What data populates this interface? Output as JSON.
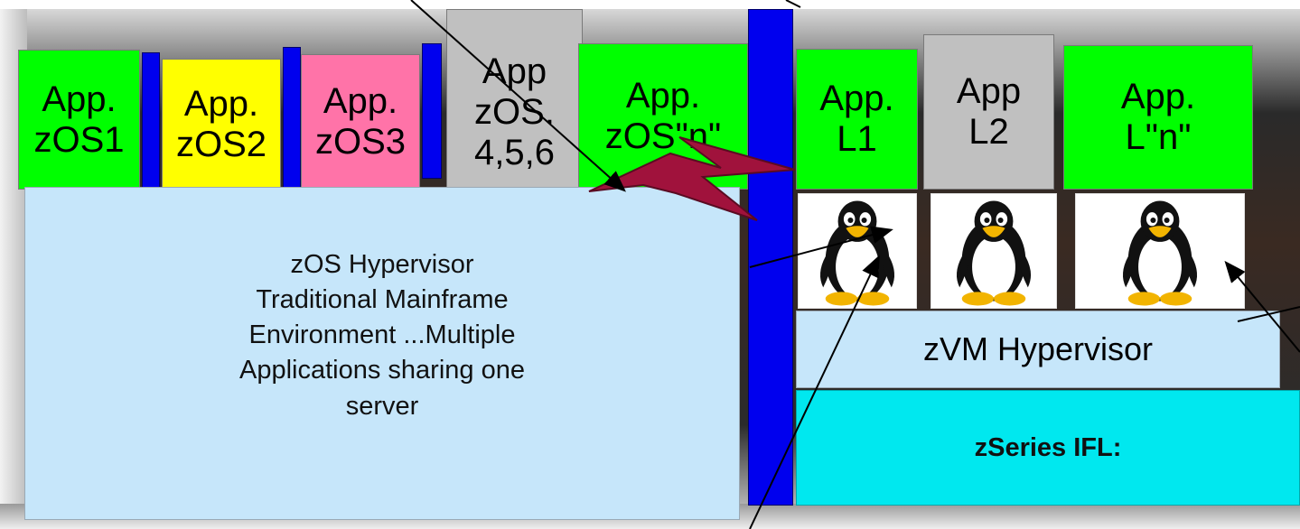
{
  "zos_apps": [
    {
      "line1": "App.",
      "line2": "zOS1",
      "color": "#00ff00"
    },
    {
      "line1": "App.",
      "line2": "zOS2",
      "color": "#ffff00"
    },
    {
      "line1": "App.",
      "line2": "zOS3",
      "color": "#ff73a8"
    },
    {
      "line1": "App",
      "line2": "zOS.",
      "line3": "4,5,6",
      "color": "#c0c0c0"
    },
    {
      "line1": "App.",
      "line2": "zOS\"n\"",
      "color": "#00ff00"
    }
  ],
  "linux_apps": [
    {
      "line1": "App.",
      "line2": "L1",
      "color": "#00ff00"
    },
    {
      "line1": "App",
      "line2": "L2",
      "color": "#c0c0c0"
    },
    {
      "line1": "App.",
      "line2": "L\"n\"",
      "color": "#00ff00"
    }
  ],
  "zos_hypervisor": {
    "lines": [
      "zOS  Hypervisor",
      "Traditional Mainframe",
      "Environment ...Multiple",
      "Applications sharing one",
      "server"
    ]
  },
  "zvm_hypervisor": {
    "label": "zVM Hypervisor"
  },
  "ifl": {
    "label": "zSeries IFL:"
  },
  "colors": {
    "partition_bar": "#0000ee",
    "hypervisor_fill": "#c6e6fa",
    "ifl_fill": "#00e8ef",
    "lightning": "#a0123c"
  },
  "icons": [
    "tux-penguin-icon",
    "lightning-bolt-icon"
  ]
}
